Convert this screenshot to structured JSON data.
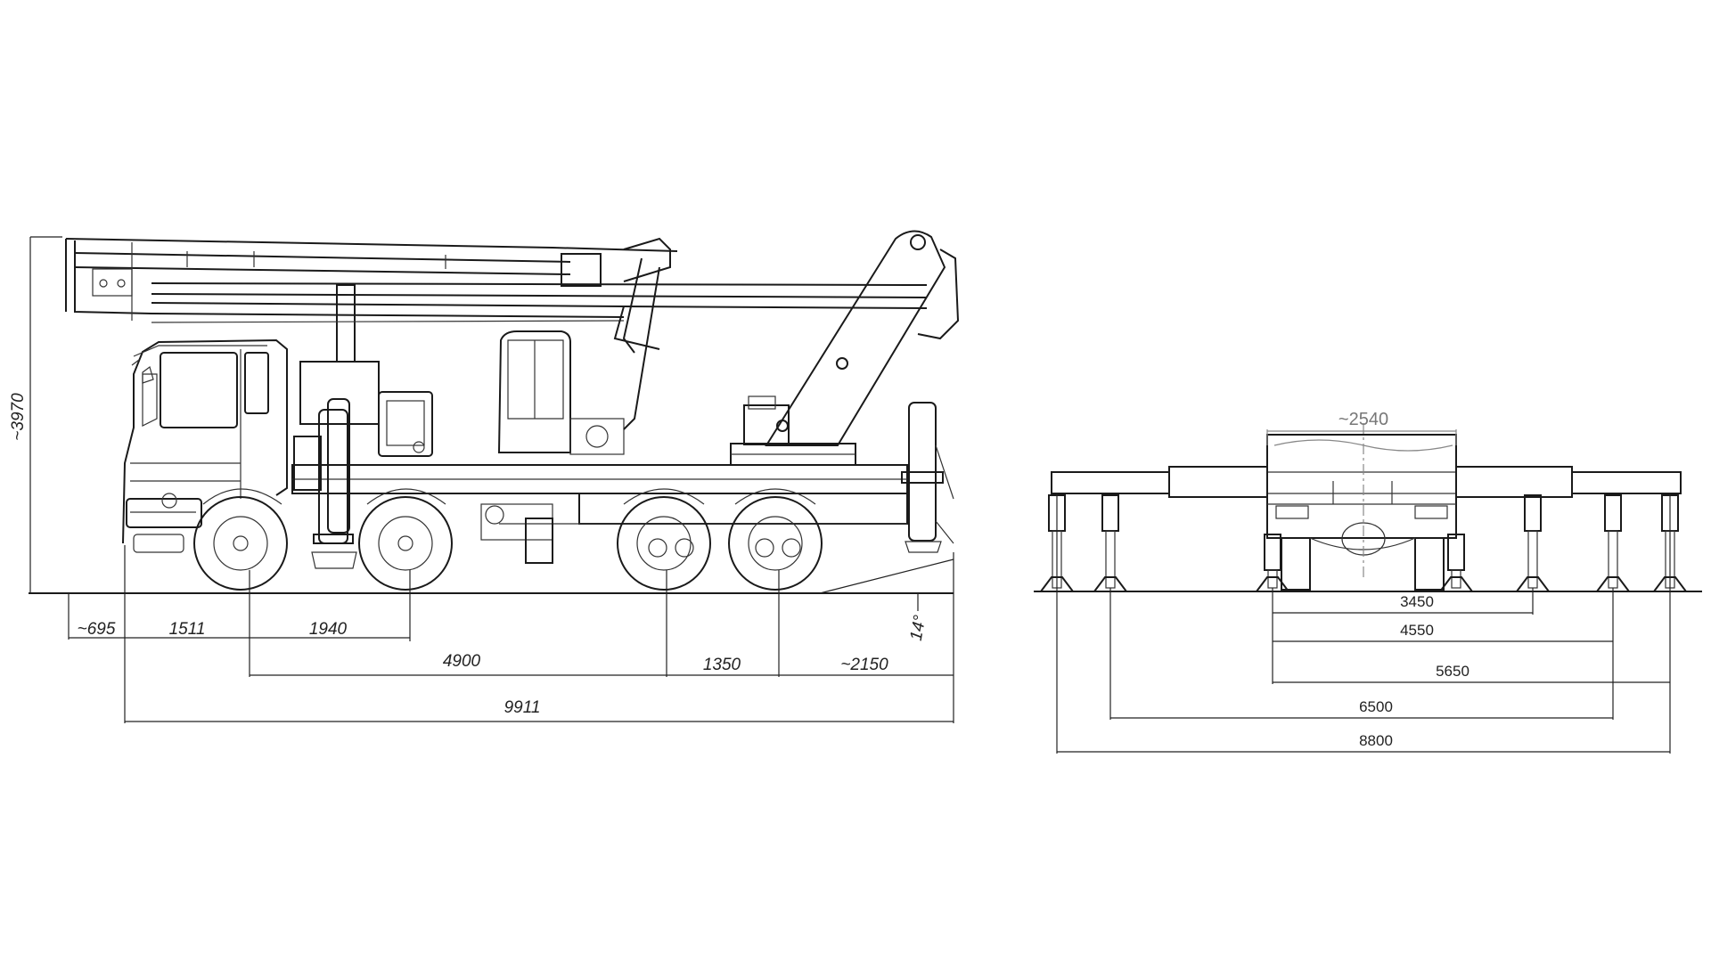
{
  "side_view": {
    "height_label": "~3970",
    "angle_label": "14°",
    "dims": {
      "front_overhang": "~695",
      "front_axle_to_second": "1511",
      "second_to_third": "1940",
      "wheelbase": "4900",
      "rear_axle_spacing": "1350",
      "rear_overhang": "~2150",
      "overall_length": "9911"
    }
  },
  "rear_view": {
    "body_width": "~2540",
    "outrigger_spans": [
      "3450",
      "4550",
      "5650",
      "6500",
      "8800"
    ]
  }
}
